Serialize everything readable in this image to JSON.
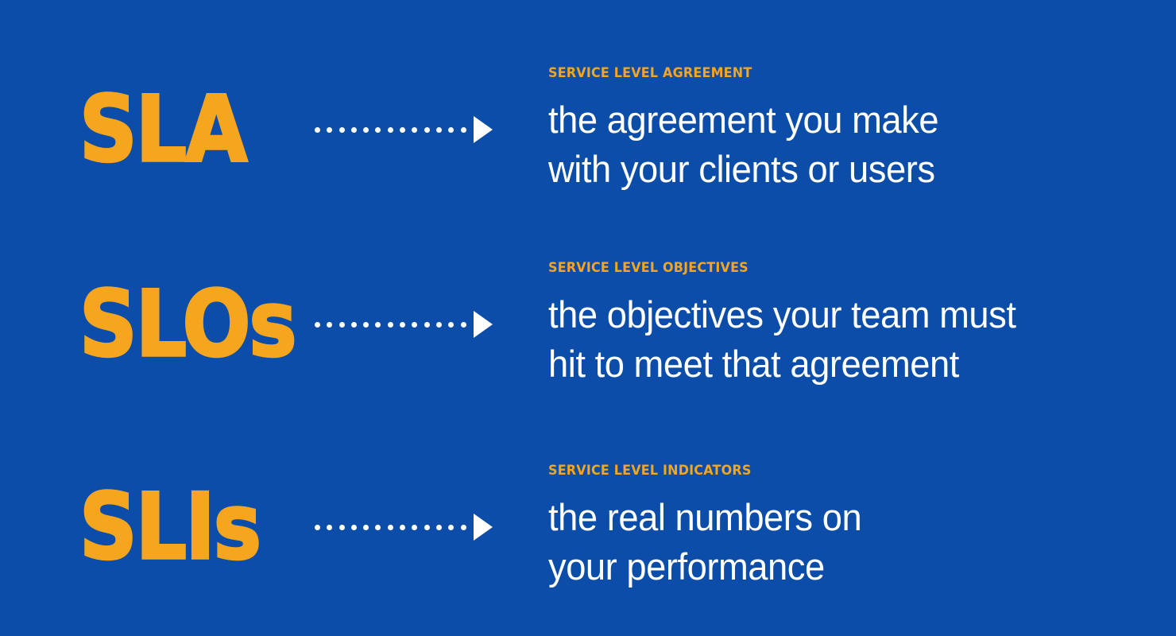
{
  "theme": {
    "background_color": "#0b4da8",
    "accent_color": "#f5a51e",
    "text_color": "#ffffff"
  },
  "arrow": {
    "dot_count": 13,
    "dot_color": "#ffffff",
    "arrowhead_color": "#ffffff"
  },
  "rows": [
    {
      "acronym": "SLA",
      "eyebrow": "SERVICE LEVEL AGREEMENT",
      "lines": [
        "the agreement you make",
        "with your clients or users"
      ]
    },
    {
      "acronym": "SLOs",
      "eyebrow": "SERVICE LEVEL OBJECTIVES",
      "lines": [
        "the objectives your team must",
        "hit to meet that agreement"
      ]
    },
    {
      "acronym": "SLIs",
      "eyebrow": "SERVICE LEVEL INDICATORS",
      "lines": [
        "the real numbers on",
        "your performance"
      ]
    }
  ]
}
